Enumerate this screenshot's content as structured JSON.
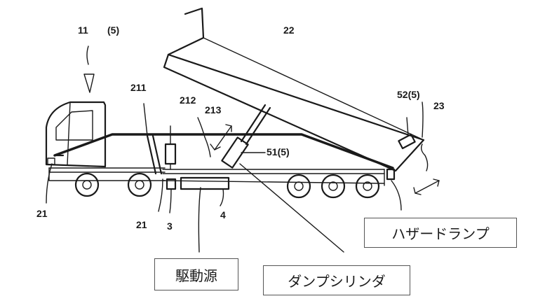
{
  "labels": {
    "n11": "11",
    "n5": "(5)",
    "n22": "22",
    "n211": "211",
    "n212": "212",
    "n213": "213",
    "n52": "52(5)",
    "n23": "23",
    "n51": "51(5)",
    "n21a": "21",
    "n21b": "21",
    "n3": "3",
    "n4": "4"
  },
  "callouts": {
    "hazard_lamp": "ハザードランプ",
    "drive_source": "駆動源",
    "dump_cylinder": "ダンプシリンダ"
  }
}
